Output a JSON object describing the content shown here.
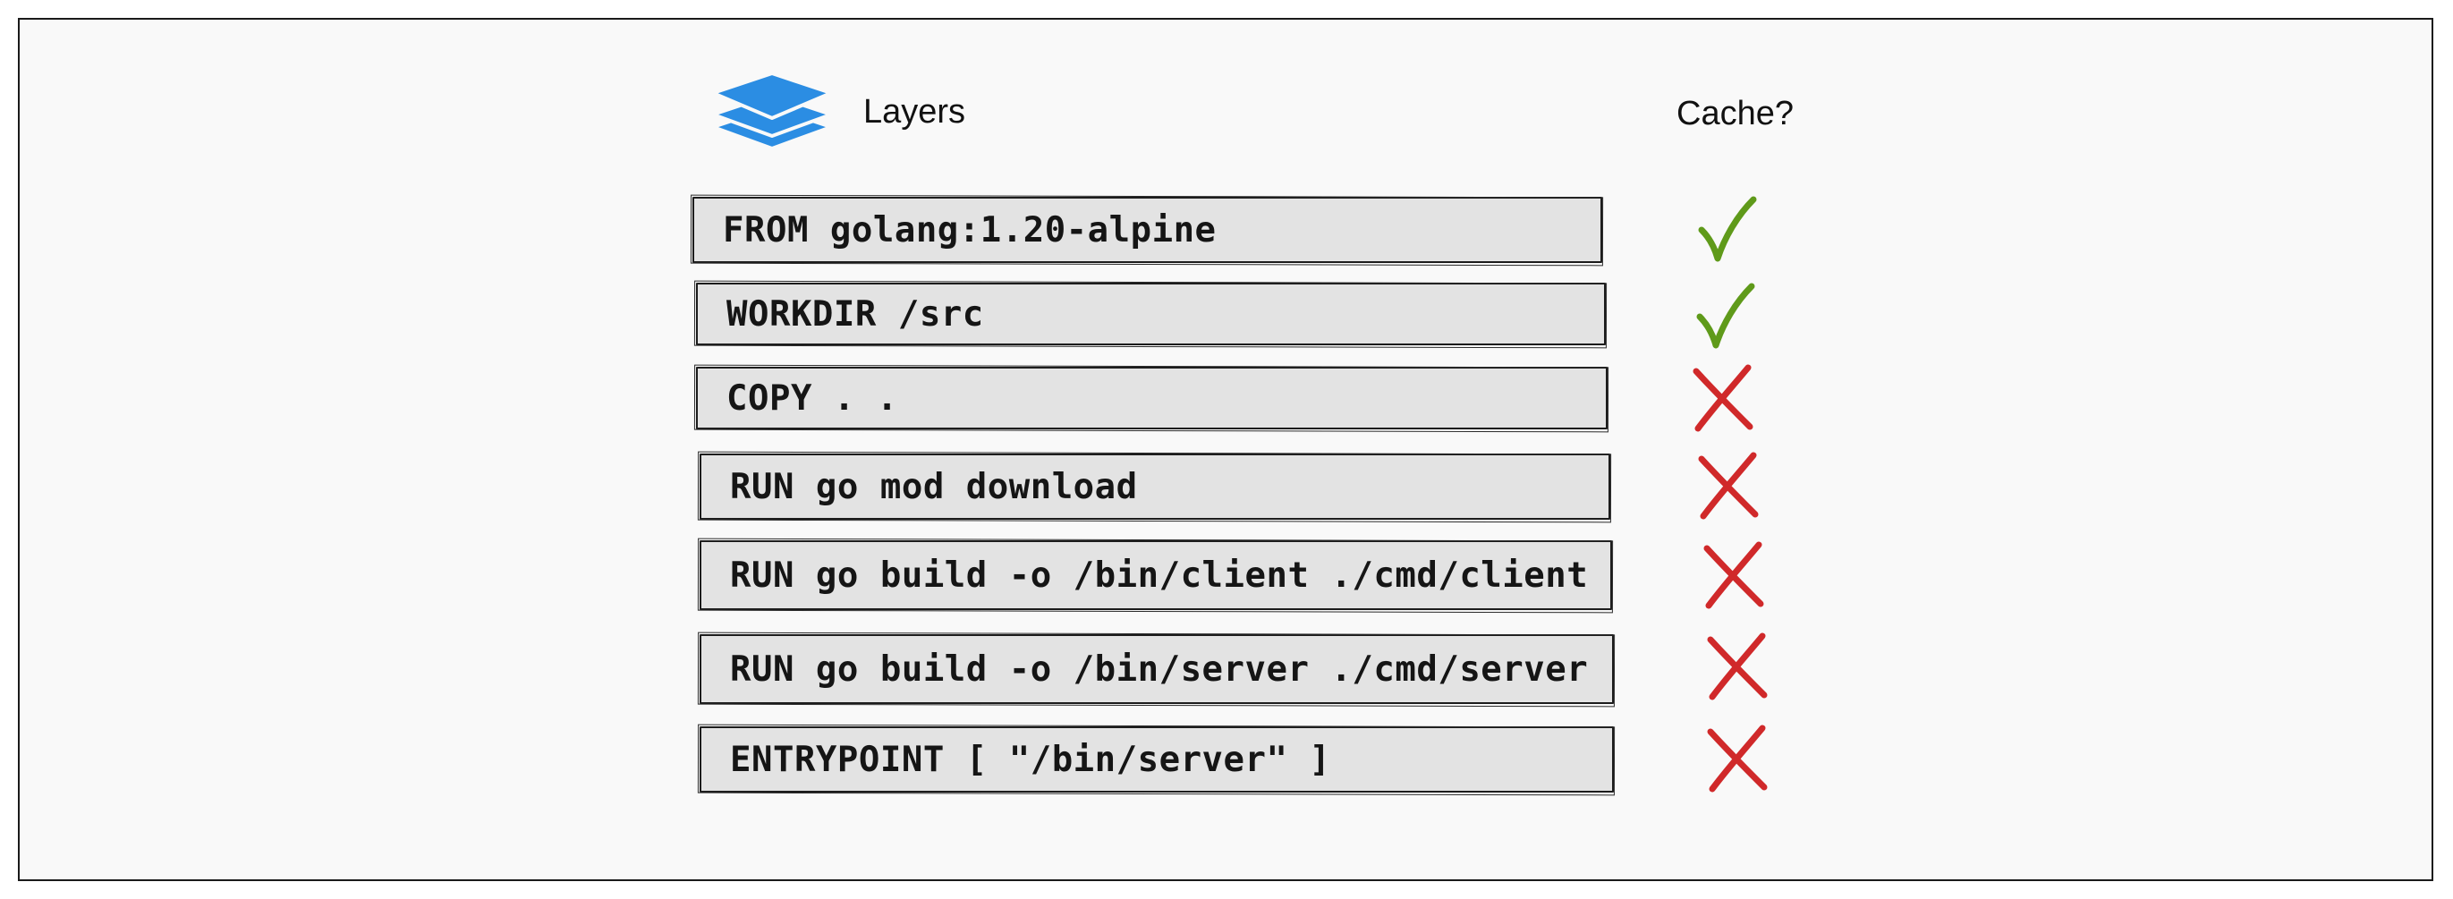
{
  "header": {
    "layers_title": "Layers",
    "cache_title": "Cache?"
  },
  "icons": {
    "layers": "layers-stack-icon",
    "hit": "check-icon",
    "miss": "cross-icon"
  },
  "colors": {
    "layers_icon": "#2b8de3",
    "check": "#5f9a1a",
    "cross": "#d0292a",
    "row_fill": "#e3e3e3"
  },
  "layers": [
    {
      "instruction": "FROM golang:1.20-alpine",
      "cached": true
    },
    {
      "instruction": "WORKDIR /src",
      "cached": true
    },
    {
      "instruction": "COPY . .",
      "cached": false
    },
    {
      "instruction": "RUN go mod download",
      "cached": false
    },
    {
      "instruction": "RUN go build -o /bin/client ./cmd/client",
      "cached": false
    },
    {
      "instruction": "RUN go build -o /bin/server ./cmd/server",
      "cached": false
    },
    {
      "instruction": "ENTRYPOINT [ \"/bin/server\" ]",
      "cached": false
    }
  ]
}
